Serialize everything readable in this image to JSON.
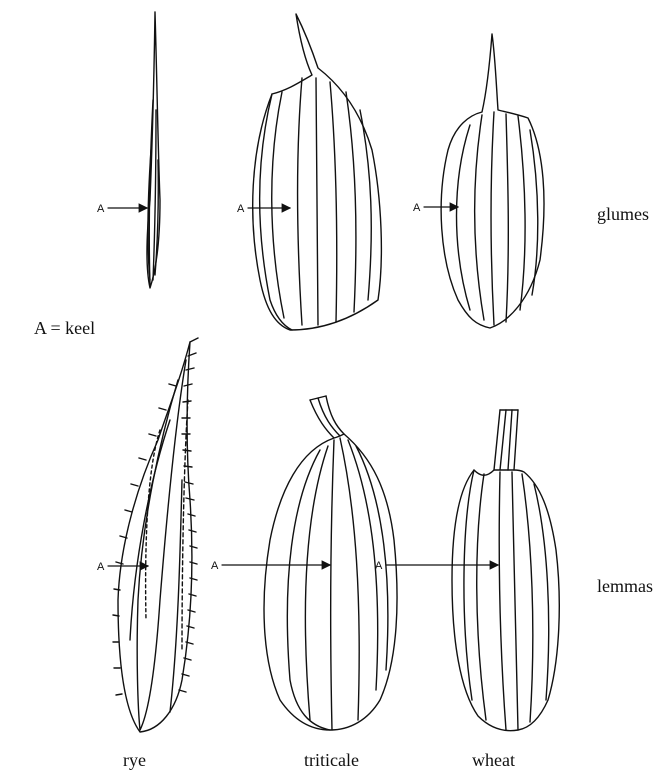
{
  "legend": "A = keel",
  "rows": {
    "glumes": "glumes",
    "lemmas": "lemmas"
  },
  "columns": {
    "rye": "rye",
    "triticale": "triticale",
    "wheat": "wheat"
  },
  "pointer_label": "A"
}
